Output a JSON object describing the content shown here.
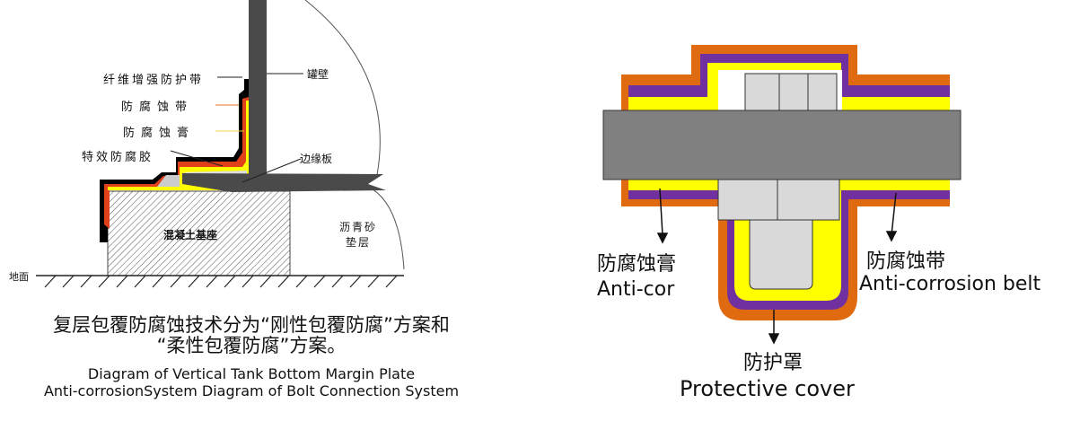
{
  "left_diagram": {
    "labels": {
      "fiber_band": "纤维增强防护带",
      "anticorrosion_belt": "防腐蚀带",
      "anticorrosion_paste": "防腐蚀膏",
      "special_glue": "特效防腐胶",
      "tank_wall": "罐壁",
      "edge_plate": "边缘板",
      "concrete_base": "混凝土基座",
      "asphalt_sand_1": "沥青砂",
      "asphalt_sand_2": "垫层",
      "ground": "地面"
    }
  },
  "caption": {
    "cn_line1": "复层包覆防腐蚀技术分为“刚性包覆防腐”方案和",
    "cn_line2": "“柔性包覆防腐”方案。",
    "en_line1": "Diagram of Vertical Tank Bottom Margin Plate",
    "en_line2": "Anti-corrosionSystem  Diagram of Bolt Connection System"
  },
  "right_diagram": {
    "paste_cn": "防腐蚀膏",
    "paste_en": "Anti-cor",
    "belt_cn": "防腐蚀带",
    "belt_en": "Anti-corrosion belt",
    "cover_cn": "防护罩",
    "cover_en": "Protective cover"
  },
  "colors": {
    "orange": "#e06a10",
    "purple": "#7030a0",
    "yellow": "#ffff00",
    "steel": "#808080",
    "light": "#d9d9d9",
    "dark": "#4a4a4a"
  }
}
